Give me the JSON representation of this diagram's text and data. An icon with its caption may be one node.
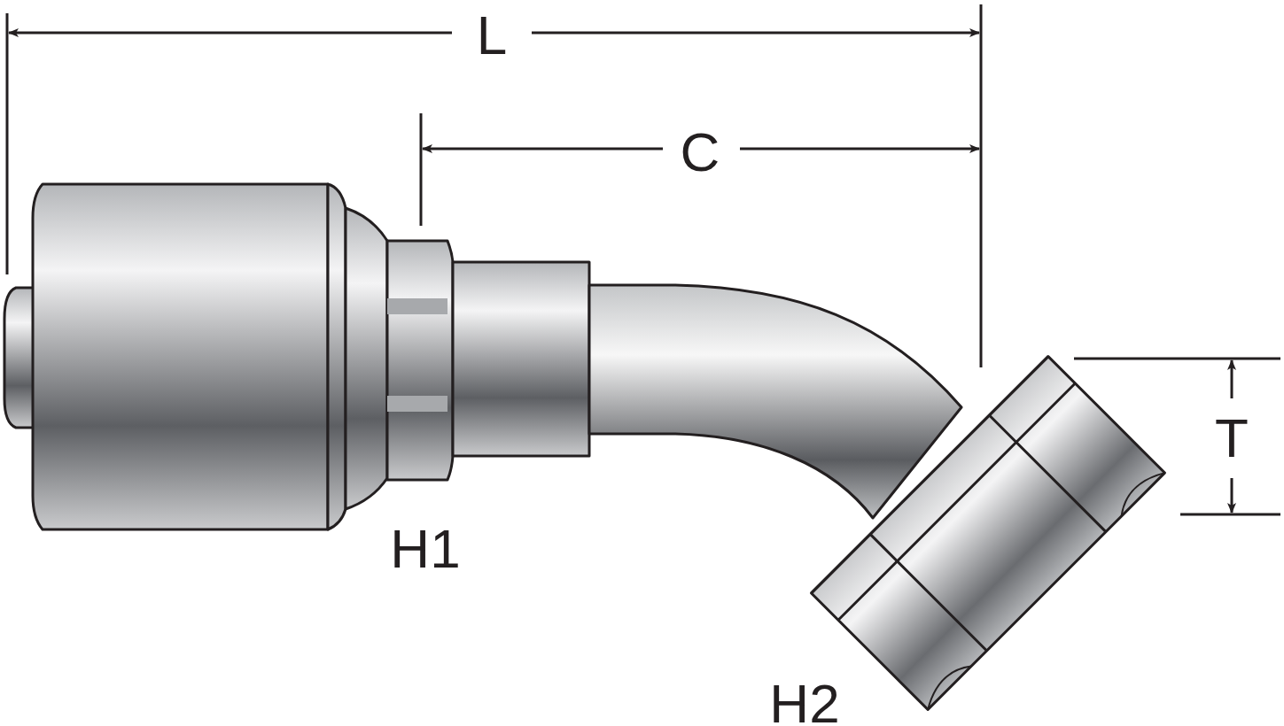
{
  "diagram": {
    "labels": [
      "L",
      "C",
      "T",
      "H1",
      "H2"
    ]
  }
}
